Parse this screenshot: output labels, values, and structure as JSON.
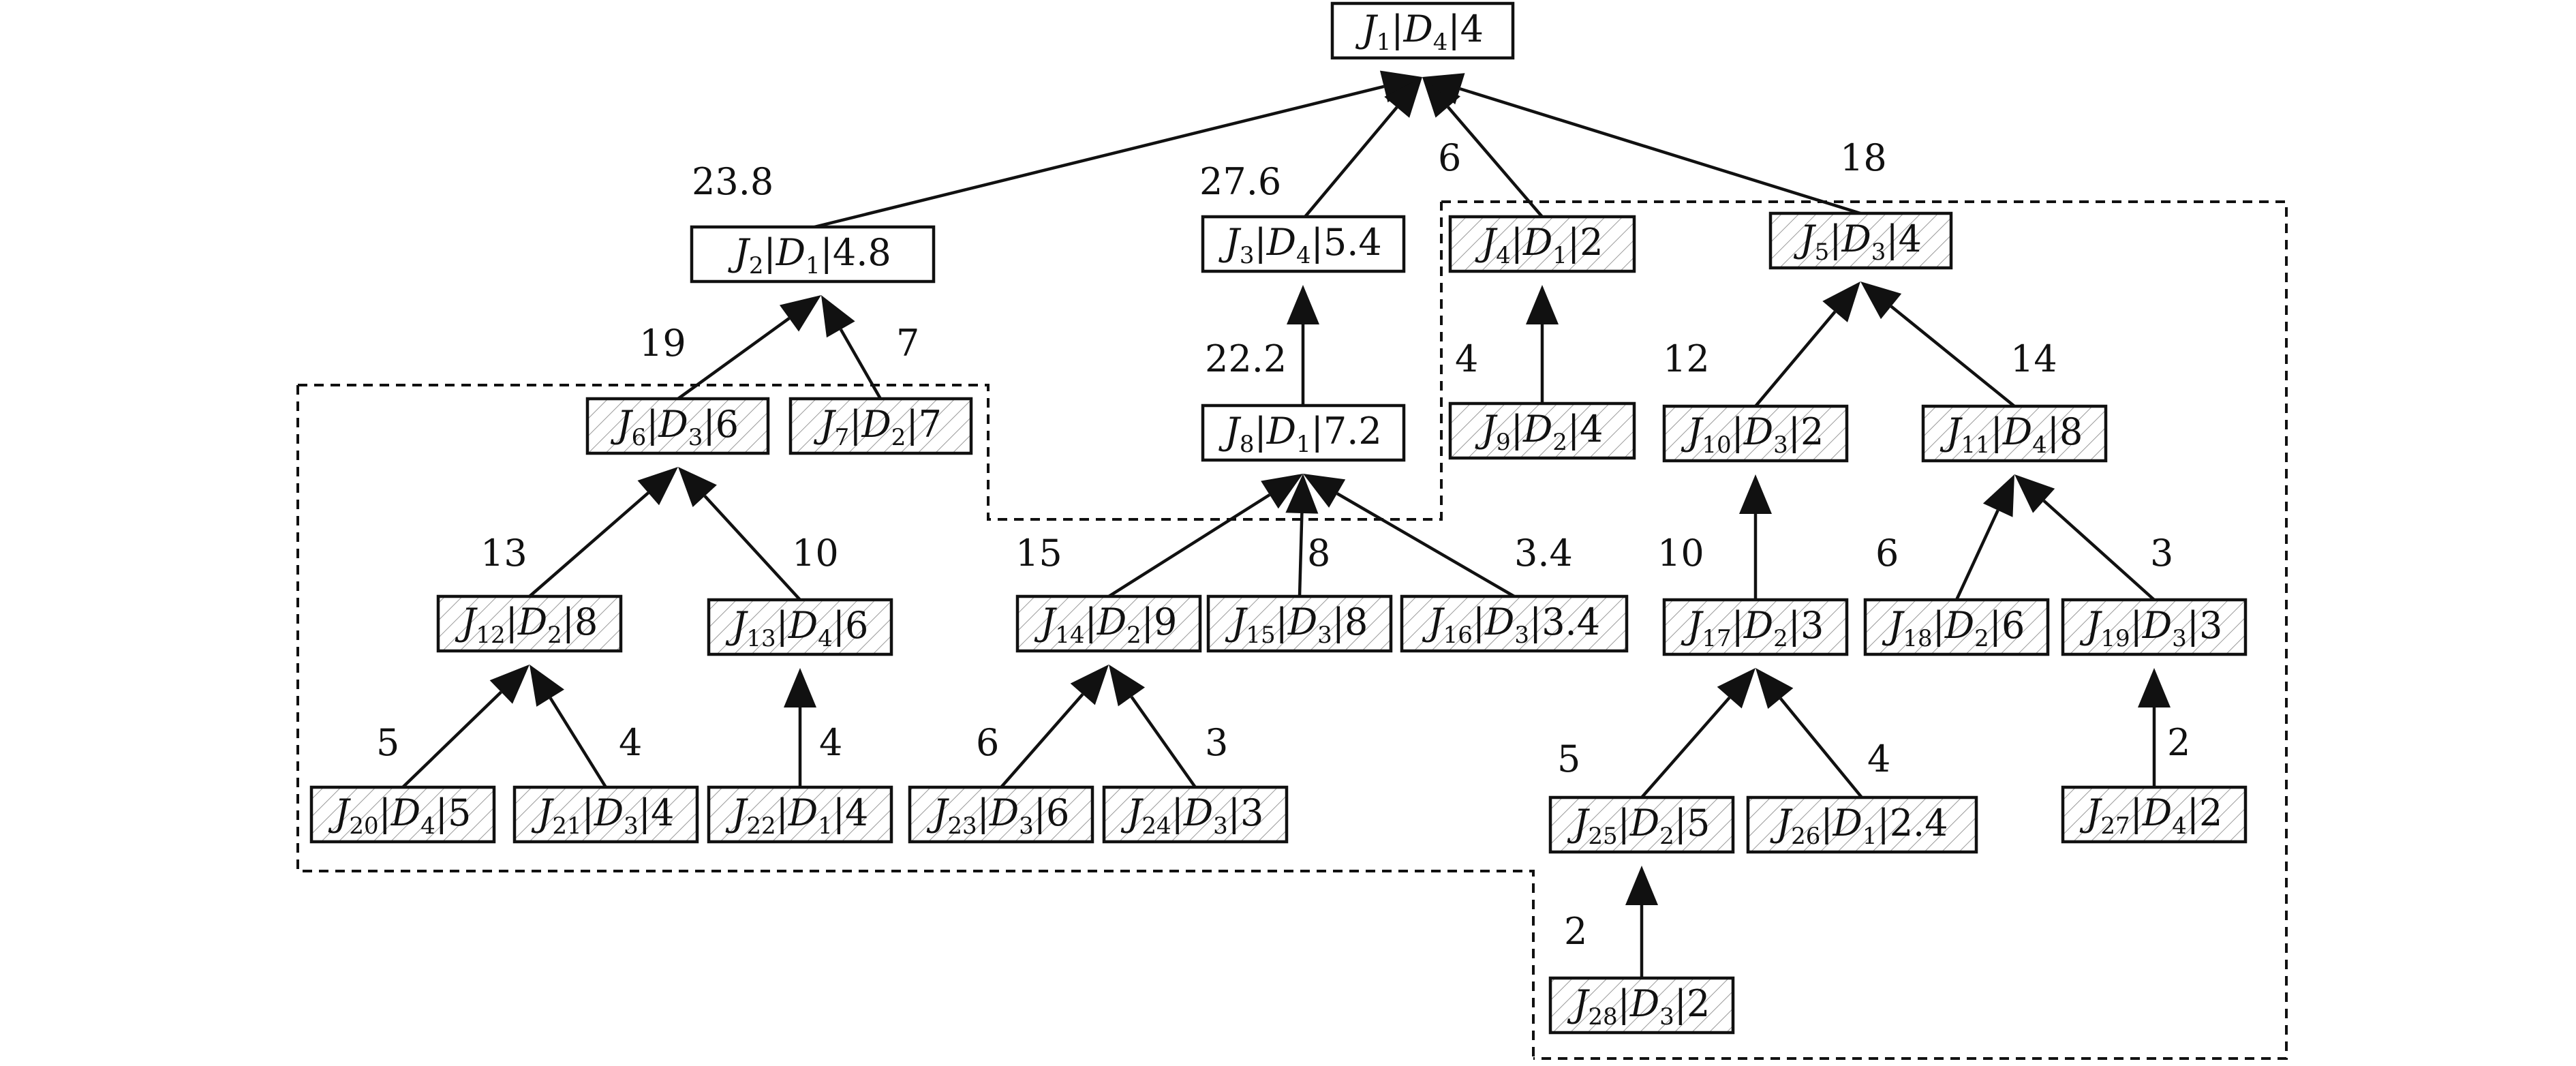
{
  "diagram": {
    "nodes": [
      {
        "id": "J1",
        "job": "J",
        "job_sub": "1",
        "device": "D",
        "device_sub": "4",
        "value": "4",
        "hatched": false
      },
      {
        "id": "J2",
        "job": "J",
        "job_sub": "2",
        "device": "D",
        "device_sub": "1",
        "value": "4.8",
        "hatched": false
      },
      {
        "id": "J3",
        "job": "J",
        "job_sub": "3",
        "device": "D",
        "device_sub": "4",
        "value": "5.4",
        "hatched": false
      },
      {
        "id": "J4",
        "job": "J",
        "job_sub": "4",
        "device": "D",
        "device_sub": "1",
        "value": "2",
        "hatched": true
      },
      {
        "id": "J5",
        "job": "J",
        "job_sub": "5",
        "device": "D",
        "device_sub": "3",
        "value": "4",
        "hatched": true
      },
      {
        "id": "J6",
        "job": "J",
        "job_sub": "6",
        "device": "D",
        "device_sub": "3",
        "value": "6",
        "hatched": true
      },
      {
        "id": "J7",
        "job": "J",
        "job_sub": "7",
        "device": "D",
        "device_sub": "2",
        "value": "7",
        "hatched": true
      },
      {
        "id": "J8",
        "job": "J",
        "job_sub": "8",
        "device": "D",
        "device_sub": "1",
        "value": "7.2",
        "hatched": false
      },
      {
        "id": "J9",
        "job": "J",
        "job_sub": "9",
        "device": "D",
        "device_sub": "2",
        "value": "4",
        "hatched": true
      },
      {
        "id": "J10",
        "job": "J",
        "job_sub": "10",
        "device": "D",
        "device_sub": "3",
        "value": "2",
        "hatched": true
      },
      {
        "id": "J11",
        "job": "J",
        "job_sub": "11",
        "device": "D",
        "device_sub": "4",
        "value": "8",
        "hatched": true
      },
      {
        "id": "J12",
        "job": "J",
        "job_sub": "12",
        "device": "D",
        "device_sub": "2",
        "value": "8",
        "hatched": true
      },
      {
        "id": "J13",
        "job": "J",
        "job_sub": "13",
        "device": "D",
        "device_sub": "4",
        "value": "6",
        "hatched": true
      },
      {
        "id": "J14",
        "job": "J",
        "job_sub": "14",
        "device": "D",
        "device_sub": "2",
        "value": "9",
        "hatched": true
      },
      {
        "id": "J15",
        "job": "J",
        "job_sub": "15",
        "device": "D",
        "device_sub": "3",
        "value": "8",
        "hatched": true
      },
      {
        "id": "J16",
        "job": "J",
        "job_sub": "16",
        "device": "D",
        "device_sub": "3",
        "value": "3.4",
        "hatched": true
      },
      {
        "id": "J17",
        "job": "J",
        "job_sub": "17",
        "device": "D",
        "device_sub": "2",
        "value": "3",
        "hatched": true
      },
      {
        "id": "J18",
        "job": "J",
        "job_sub": "18",
        "device": "D",
        "device_sub": "2",
        "value": "6",
        "hatched": true
      },
      {
        "id": "J19",
        "job": "J",
        "job_sub": "19",
        "device": "D",
        "device_sub": "3",
        "value": "3",
        "hatched": true
      },
      {
        "id": "J20",
        "job": "J",
        "job_sub": "20",
        "device": "D",
        "device_sub": "4",
        "value": "5",
        "hatched": true
      },
      {
        "id": "J21",
        "job": "J",
        "job_sub": "21",
        "device": "D",
        "device_sub": "3",
        "value": "4",
        "hatched": true
      },
      {
        "id": "J22",
        "job": "J",
        "job_sub": "22",
        "device": "D",
        "device_sub": "1",
        "value": "4",
        "hatched": true
      },
      {
        "id": "J23",
        "job": "J",
        "job_sub": "23",
        "device": "D",
        "device_sub": "3",
        "value": "6",
        "hatched": true
      },
      {
        "id": "J24",
        "job": "J",
        "job_sub": "24",
        "device": "D",
        "device_sub": "3",
        "value": "3",
        "hatched": true
      },
      {
        "id": "J25",
        "job": "J",
        "job_sub": "25",
        "device": "D",
        "device_sub": "2",
        "value": "5",
        "hatched": true
      },
      {
        "id": "J26",
        "job": "J",
        "job_sub": "26",
        "device": "D",
        "device_sub": "1",
        "value": "2.4",
        "hatched": true
      },
      {
        "id": "J27",
        "job": "J",
        "job_sub": "27",
        "device": "D",
        "device_sub": "4",
        "value": "2",
        "hatched": true
      },
      {
        "id": "J28",
        "job": "J",
        "job_sub": "28",
        "device": "D",
        "device_sub": "3",
        "value": "2",
        "hatched": true
      }
    ],
    "edges": [
      {
        "from": "J2",
        "to": "J1",
        "label": "23.8"
      },
      {
        "from": "J3",
        "to": "J1",
        "label": "27.6"
      },
      {
        "from": "J4",
        "to": "J1",
        "label": "6"
      },
      {
        "from": "J5",
        "to": "J1",
        "label": "18"
      },
      {
        "from": "J6",
        "to": "J2",
        "label": "19"
      },
      {
        "from": "J7",
        "to": "J2",
        "label": "7"
      },
      {
        "from": "J8",
        "to": "J3",
        "label": "22.2"
      },
      {
        "from": "J9",
        "to": "J4",
        "label": "4"
      },
      {
        "from": "J10",
        "to": "J5",
        "label": "12"
      },
      {
        "from": "J11",
        "to": "J5",
        "label": "14"
      },
      {
        "from": "J12",
        "to": "J6",
        "label": "13"
      },
      {
        "from": "J13",
        "to": "J6",
        "label": "10"
      },
      {
        "from": "J14",
        "to": "J8",
        "label": "15"
      },
      {
        "from": "J15",
        "to": "J8",
        "label": "8"
      },
      {
        "from": "J16",
        "to": "J8",
        "label": "3.4"
      },
      {
        "from": "J17",
        "to": "J10",
        "label": "10"
      },
      {
        "from": "J18",
        "to": "J11",
        "label": "6"
      },
      {
        "from": "J19",
        "to": "J11",
        "label": "3"
      },
      {
        "from": "J20",
        "to": "J12",
        "label": "5"
      },
      {
        "from": "J21",
        "to": "J12",
        "label": "4"
      },
      {
        "from": "J22",
        "to": "J13",
        "label": "4"
      },
      {
        "from": "J23",
        "to": "J14",
        "label": "6"
      },
      {
        "from": "J24",
        "to": "J14",
        "label": "3"
      },
      {
        "from": "J25",
        "to": "J17",
        "label": "5"
      },
      {
        "from": "J26",
        "to": "J17",
        "label": "4"
      },
      {
        "from": "J27",
        "to": "J19",
        "label": "2"
      },
      {
        "from": "J28",
        "to": "J25",
        "label": "2"
      }
    ],
    "groups": [
      {
        "id": "left-group"
      },
      {
        "id": "right-group"
      }
    ]
  }
}
